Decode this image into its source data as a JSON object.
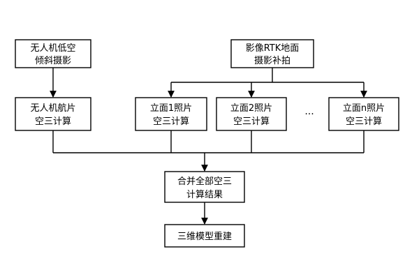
{
  "nodes": {
    "uav_oblique": {
      "line1": "无人机低空",
      "line2": "倾斜摄影"
    },
    "ground_rtk": {
      "line1": "影像RTK地面",
      "line2": "摄影补拍"
    },
    "uav_aat": {
      "line1": "无人机航片",
      "line2": "空三计算"
    },
    "facade1_aat": {
      "line1": "立面1照片",
      "line2": "空三计算"
    },
    "facade2_aat": {
      "line1": "立面2照片",
      "line2": "空三计算"
    },
    "facaden_aat": {
      "line1": "立面n照片",
      "line2": "空三计算"
    },
    "merge": {
      "line1": "合并全部空三",
      "line2": "计算结果"
    },
    "rebuild": {
      "line1": "三维模型重建"
    }
  },
  "ellipsis": "···",
  "colors": {
    "line": "#000000",
    "box_fill": "#ffffff",
    "text": "#000000"
  }
}
